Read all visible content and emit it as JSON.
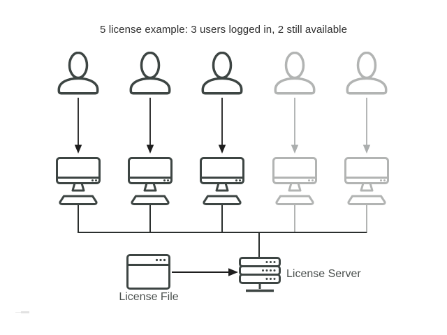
{
  "title": "5 license example: 3 users logged in, 2 still available",
  "diagram": {
    "total_licenses": 5,
    "users_logged_in": 3,
    "licenses_available": 2,
    "columns": [
      {
        "user": "user-1",
        "status": "logged-in"
      },
      {
        "user": "user-2",
        "status": "logged-in"
      },
      {
        "user": "user-3",
        "status": "logged-in"
      },
      {
        "user": "user-4",
        "status": "available"
      },
      {
        "user": "user-5",
        "status": "available"
      }
    ],
    "license_file": {
      "label": "License File",
      "icon": "browser-window-icon"
    },
    "license_server": {
      "label": "License Server",
      "icon": "server-stack-icon"
    }
  },
  "colors": {
    "logged_in": "#3d4543",
    "available": "#b2b4b3",
    "arrow_dark": "#1e1e1e",
    "arrow_light": "#abaeae",
    "bus_line": "#2b2f2e",
    "title_text": "#2d2d2d",
    "label_text": "#4b504e",
    "background": "#ffffff"
  }
}
